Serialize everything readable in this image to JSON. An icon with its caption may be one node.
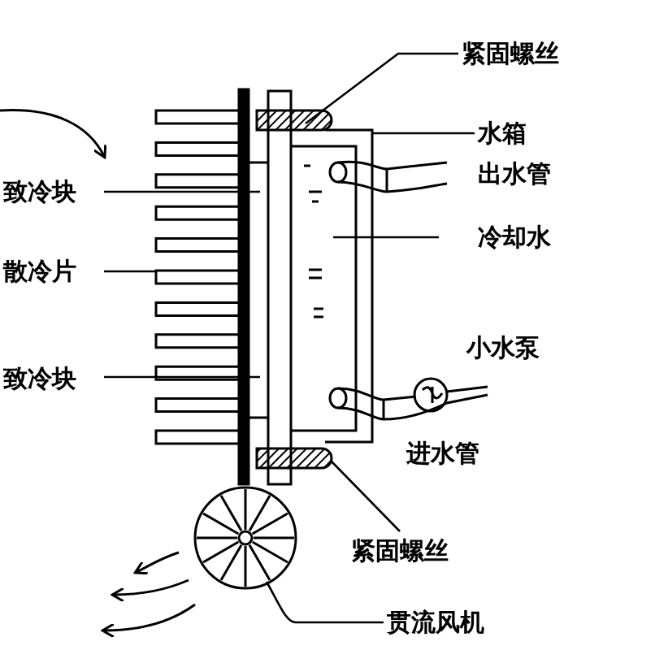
{
  "diagram": {
    "nodes": [
      {
        "text": [
          "紧固螺丝"
        ]
      },
      {
        "text": [
          "水箱"
        ]
      },
      {
        "text": [
          "致冷块"
        ]
      },
      {
        "text": [
          "冷却水"
        ]
      },
      {
        "text": [
          "散冷片"
        ]
      },
      {
        "text": [
          "致冷块"
        ]
      },
      {
        "text": [
          "紧固螺丝"
        ]
      },
      {
        "text": [
          "贯流风机"
        ]
      }
    ],
    "edges": [
      {
        "from": 0,
        "to": null,
        "arrow": "none"
      },
      {
        "from": 1,
        "to": null,
        "arrow": "none"
      },
      {
        "from": 2,
        "to": null,
        "arrow": "none"
      },
      {
        "from": 3,
        "to": null,
        "arrow": "none"
      },
      {
        "from": 4,
        "to": null,
        "arrow": "none"
      },
      {
        "from": 5,
        "to": null,
        "arrow": "none"
      },
      {
        "from": 6,
        "to": null,
        "arrow": "none"
      },
      {
        "from": 7,
        "to": null,
        "arrow": "none"
      }
    ],
    "labels": [
      "出水管",
      "小水泵",
      "进水管"
    ]
  }
}
